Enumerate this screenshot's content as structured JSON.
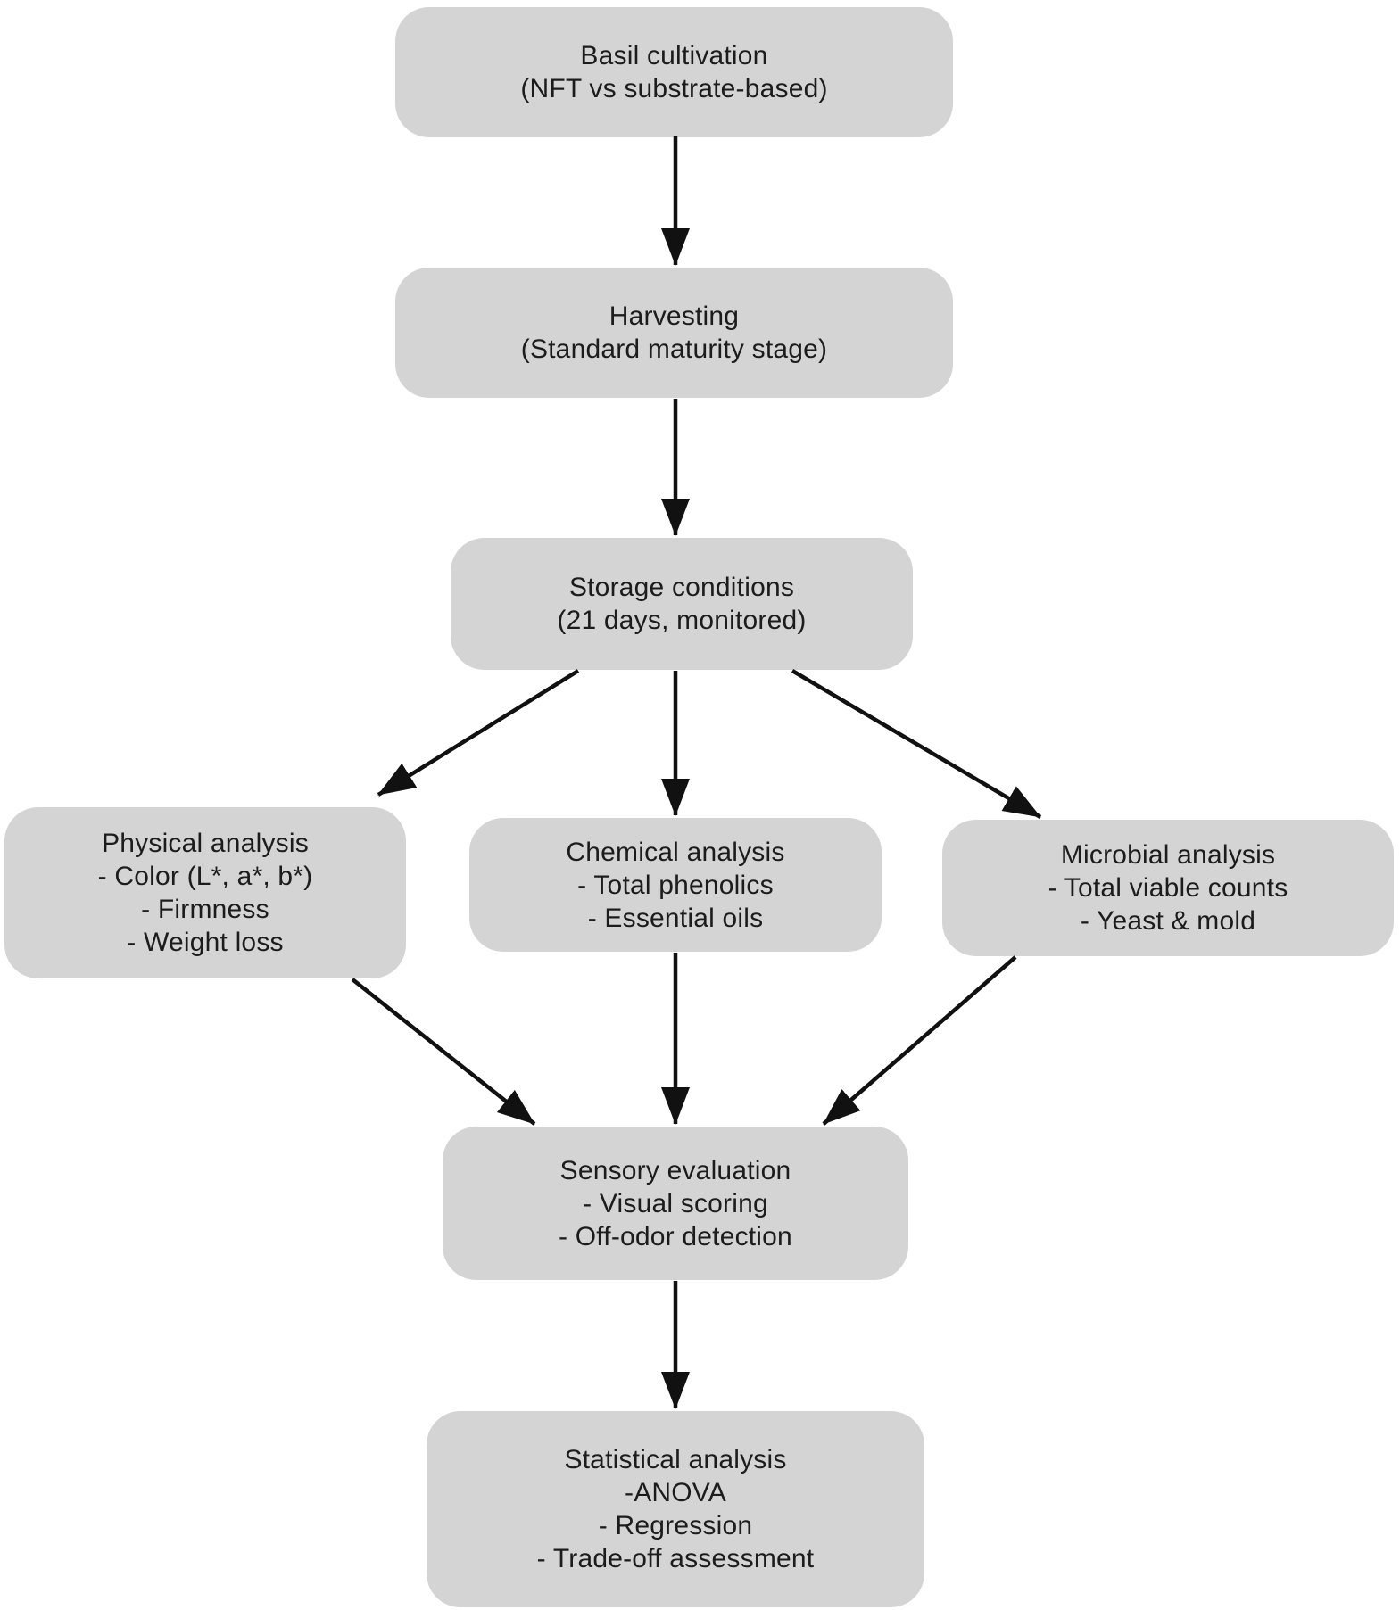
{
  "diagram": {
    "background_color": "#ffffff",
    "node_fill_color": "#d4d4d4",
    "arrow_color": "#111111",
    "text_color": "#1c1c1c",
    "nodes": {
      "basil": {
        "lines": [
          "Basil cultivation",
          "(NFT vs substrate-based)"
        ]
      },
      "harvesting": {
        "lines": [
          "Harvesting",
          "(Standard maturity stage)"
        ]
      },
      "storage": {
        "lines": [
          "Storage conditions",
          "(21 days, monitored)"
        ]
      },
      "physical": {
        "lines": [
          "Physical analysis",
          "- Color (L*, a*, b*)",
          "- Firmness",
          "- Weight loss"
        ]
      },
      "chemical": {
        "lines": [
          "Chemical analysis",
          "- Total phenolics",
          "- Essential oils"
        ]
      },
      "microbial": {
        "lines": [
          "Microbial analysis",
          "- Total viable counts",
          "- Yeast & mold"
        ]
      },
      "sensory": {
        "lines": [
          "Sensory evaluation",
          "- Visual scoring",
          "- Off-odor detection"
        ]
      },
      "statistical": {
        "lines": [
          "Statistical analysis",
          "-ANOVA",
          "- Regression",
          "- Trade-off assessment"
        ]
      }
    },
    "edges": [
      {
        "from": "basil",
        "to": "harvesting"
      },
      {
        "from": "harvesting",
        "to": "storage"
      },
      {
        "from": "storage",
        "to": "physical"
      },
      {
        "from": "storage",
        "to": "chemical"
      },
      {
        "from": "storage",
        "to": "microbial"
      },
      {
        "from": "physical",
        "to": "sensory"
      },
      {
        "from": "chemical",
        "to": "sensory"
      },
      {
        "from": "microbial",
        "to": "sensory"
      },
      {
        "from": "sensory",
        "to": "statistical"
      }
    ]
  }
}
